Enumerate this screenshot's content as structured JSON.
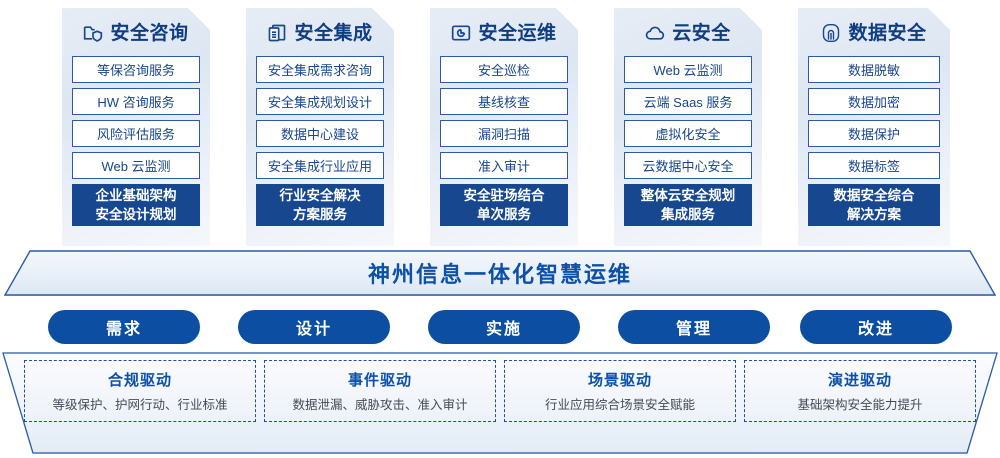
{
  "pillars": [
    {
      "icon": "folder-shield-icon",
      "title": "安全咨询",
      "services": [
        "等保咨询服务",
        "HW 咨询服务",
        "风险评估服务",
        "Web 云监测"
      ],
      "highlight": [
        "企业基础架构",
        "安全设计规划"
      ]
    },
    {
      "icon": "stacked-documents-icon",
      "title": "安全集成",
      "services": [
        "安全集成需求咨询",
        "安全集成规划设计",
        "数据中心建设",
        "安全集成行业应用"
      ],
      "highlight": [
        "行业安全解决",
        "方案服务"
      ]
    },
    {
      "icon": "monitor-chart-icon",
      "title": "安全运维",
      "services": [
        "安全巡检",
        "基线核查",
        "漏洞扫描",
        "准入审计"
      ],
      "highlight": [
        "安全驻场结合",
        "单次服务"
      ]
    },
    {
      "icon": "cloud-icon",
      "title": "云安全",
      "services": [
        "Web 云监测",
        "云端 Saas 服务",
        "虚拟化安全",
        "云数据中心安全"
      ],
      "highlight": [
        "整体云安全规划",
        "集成服务"
      ]
    },
    {
      "icon": "fingerprint-icon",
      "title": "数据安全",
      "services": [
        "数据脱敏",
        "数据加密",
        "数据保护",
        "数据标签"
      ],
      "highlight": [
        "数据安全综合",
        "解决方案"
      ]
    }
  ],
  "banner": {
    "title": "神州信息一体化智慧运维"
  },
  "phases": [
    {
      "label": "需求"
    },
    {
      "label": "设计"
    },
    {
      "label": "实施"
    },
    {
      "label": "管理"
    },
    {
      "label": "改进"
    }
  ],
  "drivers": [
    {
      "title": "合规驱动",
      "desc": "等级保护、护网行动、行业标准"
    },
    {
      "title": "事件驱动",
      "desc": "数据泄漏、威胁攻击、准入审计"
    },
    {
      "title": "场景驱动",
      "desc": "行业应用综合场景安全赋能"
    },
    {
      "title": "演进驱动",
      "desc": "基础架构安全能力提升"
    }
  ],
  "colors": {
    "deep_navy": "#16478f",
    "pill_blue": "#0b4ea2",
    "title_blue": "#0d50a8",
    "outline_blue": "#2a5aa8",
    "panel_bg_light": "#eef2f8"
  }
}
